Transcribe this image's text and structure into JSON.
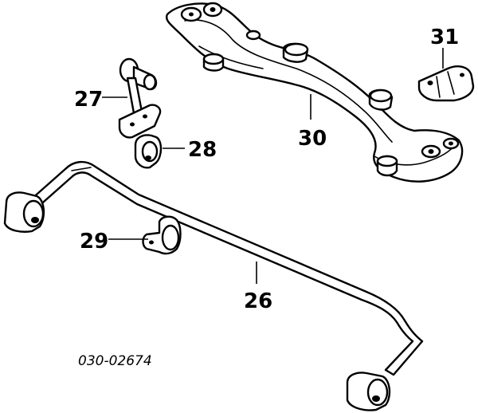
{
  "diagram": {
    "part_labels": {
      "p26": "26",
      "p27": "27",
      "p28": "28",
      "p29": "29",
      "p30": "30",
      "p31": "31"
    },
    "drawing_code": "030-02674"
  }
}
